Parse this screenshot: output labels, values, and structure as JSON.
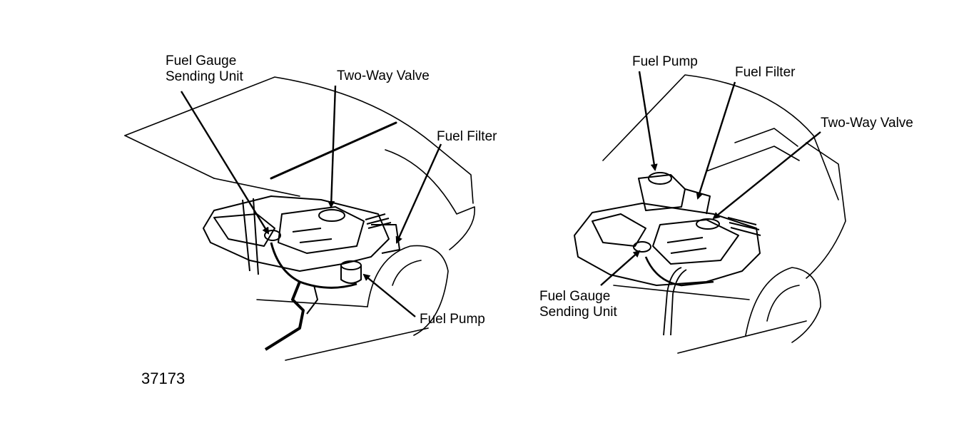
{
  "figure_number": "37173",
  "left_view": {
    "fuel_gauge_line1": "Fuel Gauge",
    "fuel_gauge_line2": "Sending Unit",
    "two_way_valve": "Two-Way Valve",
    "fuel_filter": "Fuel Filter",
    "fuel_pump": "Fuel Pump"
  },
  "right_view": {
    "fuel_pump": "Fuel Pump",
    "fuel_filter": "Fuel Filter",
    "two_way_valve": "Two-Way Valve",
    "fuel_gauge_line1": "Fuel Gauge",
    "fuel_gauge_line2": "Sending Unit"
  },
  "colors": {
    "ink": "#000000",
    "paper": "#ffffff"
  }
}
